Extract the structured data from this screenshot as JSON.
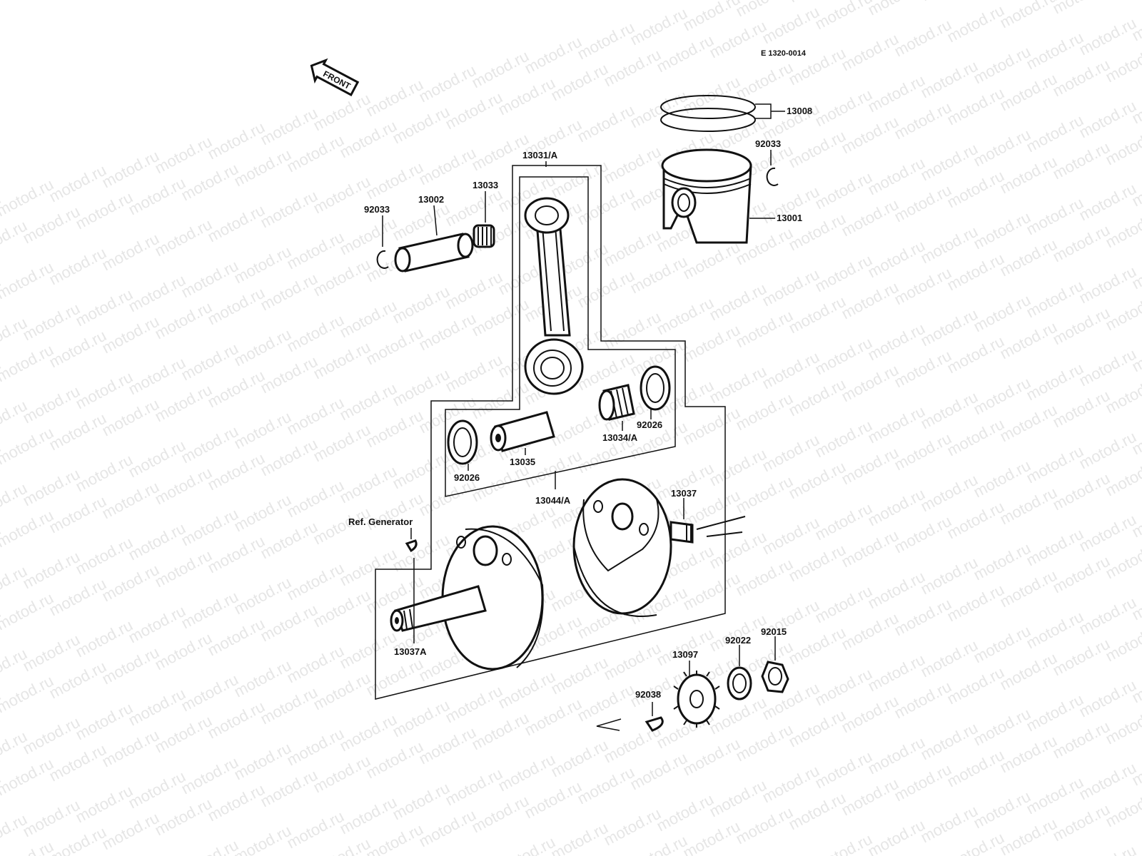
{
  "diagram": {
    "code": "E 1320-0014",
    "front_label": "FRONT",
    "labels": {
      "p13008": "13008",
      "p92033a": "92033",
      "p13001": "13001",
      "p13031": "13031/A",
      "p13033": "13033",
      "p13002": "13002",
      "p92033b": "92033",
      "p92026a": "92026",
      "p13034": "13034/A",
      "p13035": "13035",
      "p92026b": "92026",
      "p13044": "13044/A",
      "p13037": "13037",
      "ref_generator": "Ref. Generator",
      "p13037a": "13037A",
      "p13097": "13097",
      "p92022": "92022",
      "p92015": "92015",
      "p92038": "92038"
    },
    "watermark": "motod.ru"
  }
}
